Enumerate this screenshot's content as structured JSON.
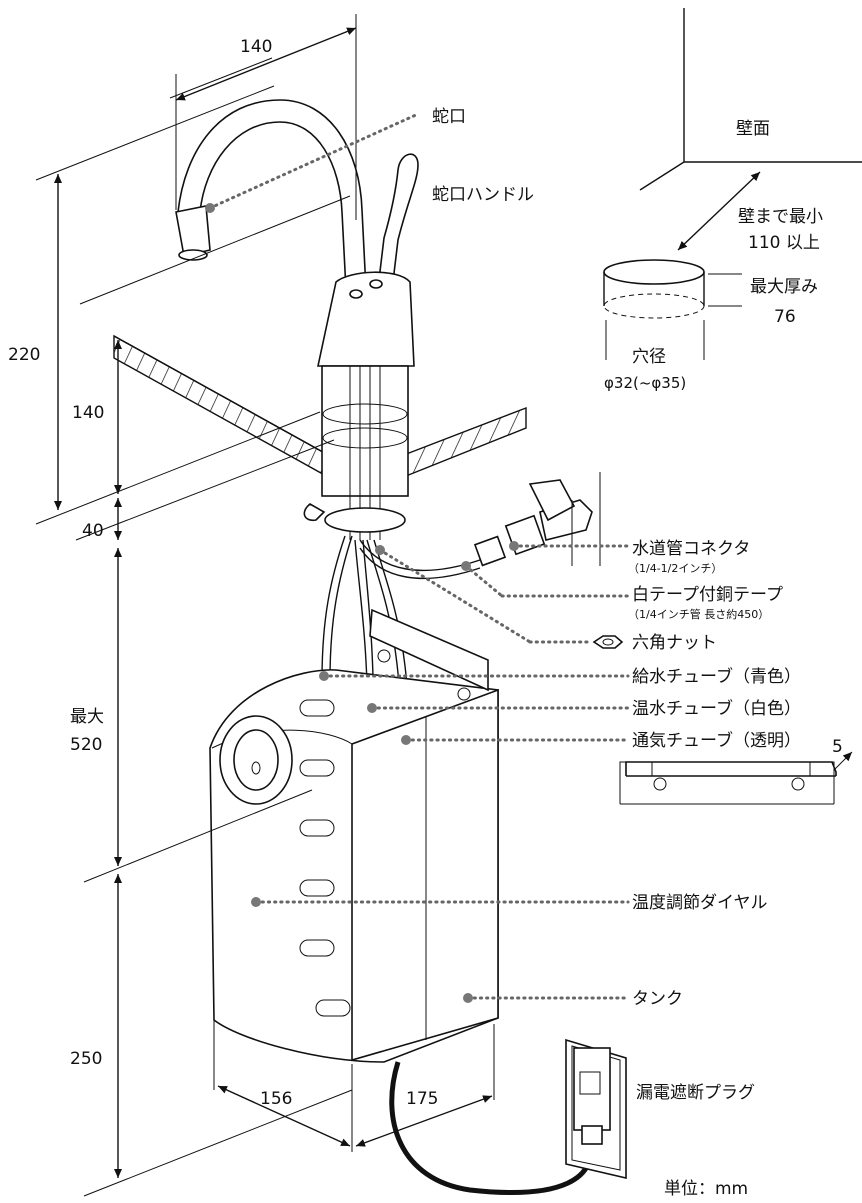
{
  "dimensions": {
    "faucet_reach": "140",
    "total_height_above": "220",
    "above_counter": "140",
    "counter_thickness": "40",
    "max_below_label": "最大",
    "max_below_value": "520",
    "tank_height": "250",
    "tank_width": "156",
    "tank_depth": "175",
    "bracket_offset": "5"
  },
  "labels": {
    "faucet": "蛇口",
    "faucet_handle": "蛇口ハンドル",
    "wall": "壁面",
    "wall_min_line1": "壁まで最小",
    "wall_min_line2": "110 以上",
    "max_thickness_line1": "最大厚み",
    "max_thickness_line2": "76",
    "hole_label": "穴径",
    "hole_size": "φ32(~φ35)",
    "water_connector": "水道管コネクタ",
    "water_connector_sub": "（1/4-1/2インチ）",
    "copper_tape": "白テープ付銅テープ",
    "copper_tape_sub": "（1/4インチ管 長さ約450）",
    "hex_nut": "六角ナット",
    "supply_tube": "給水チューブ（青色）",
    "hot_tube": "温水チューブ（白色）",
    "vent_tube": "通気チューブ（透明）",
    "temp_dial": "温度調節ダイヤル",
    "tank": "タンク",
    "leak_plug": "漏電遮断プラグ",
    "unit": "単位：mm"
  }
}
